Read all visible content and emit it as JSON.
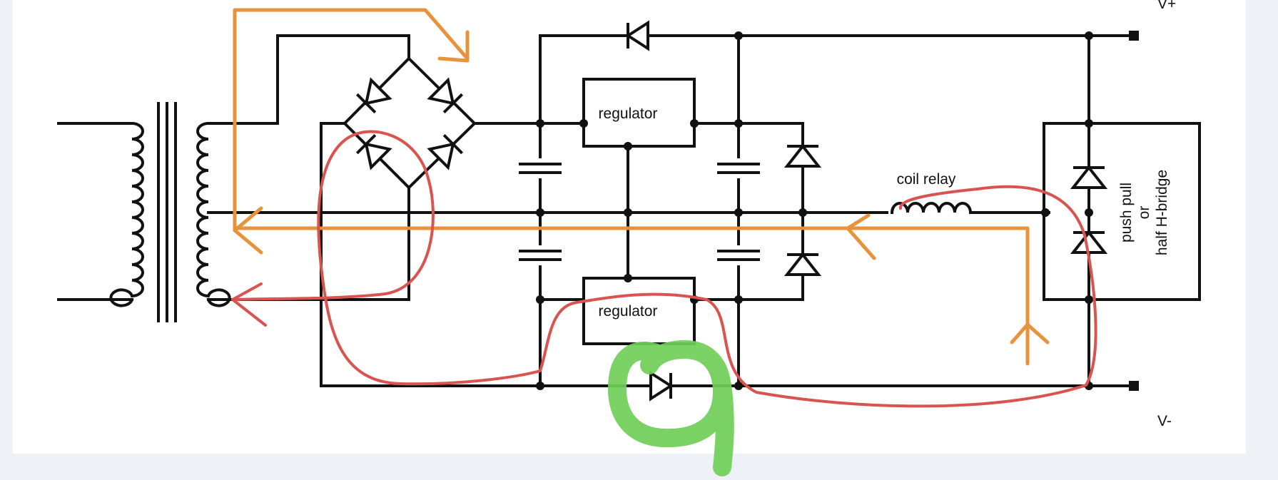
{
  "labels": {
    "regulator_top": "regulator",
    "regulator_bottom": "regulator",
    "coil_relay": "coil relay",
    "driver_line1": "push pull",
    "driver_line2": "or",
    "driver_line3": "half H-bridge",
    "v_plus": "V+",
    "v_minus": "V-"
  },
  "colors": {
    "wire": "#111111",
    "paper": "#ffffff",
    "background": "#eef1f6",
    "orange_path": "#e8923c",
    "red_path": "#d9534f",
    "green_highlight": "#6fcf57"
  }
}
